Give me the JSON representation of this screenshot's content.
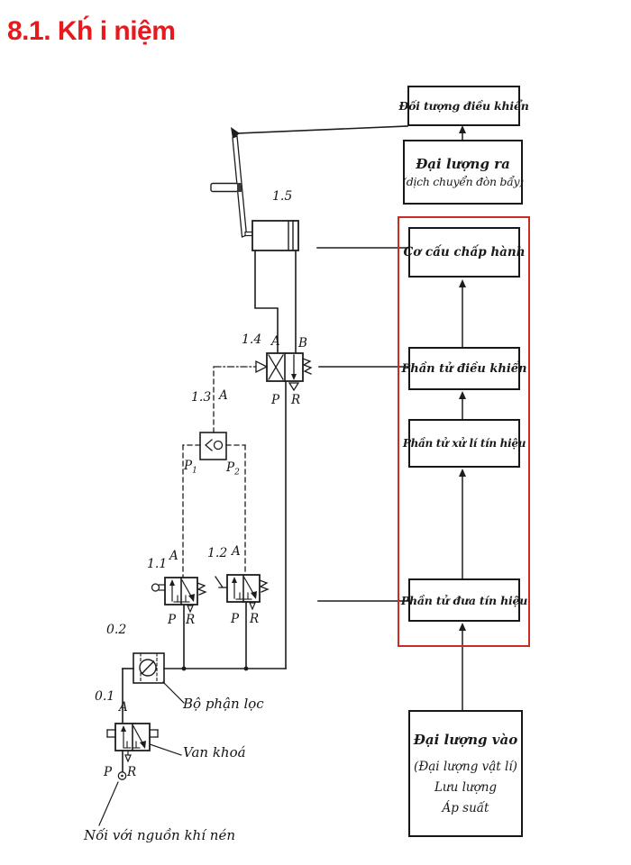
{
  "slide": {
    "title": "8.1. Kh́ i niệm"
  },
  "colors": {
    "title_red": "#e8191c",
    "highlight_red": "#cb2b25",
    "ink": "#1a1a1a"
  },
  "flow_boxes": {
    "controlled_object": {
      "line1": "Đối tượng điều khiển"
    },
    "output_quantity": {
      "line1": "Đại lượng ra",
      "line2": "(dịch chuyển đòn bẩy)"
    },
    "actuator": {
      "line1": "Cơ cấu chấp hành"
    },
    "control_element": {
      "line1": "Phần tử điều khiển"
    },
    "signal_processing": {
      "line1": "Phần tử xử lí tín hiệu"
    },
    "signal_input": {
      "line1": "Phần tử đưa tín hiệu"
    },
    "input_quantity": {
      "line1": "Đại lượng vào",
      "line2": "(Đại lượng vật lí)",
      "line3": "Lưu lượng",
      "line4": "Áp suất"
    }
  },
  "circuit": {
    "cylinder_id": "1.5",
    "valve14": {
      "id": "1.4",
      "A": "A",
      "B": "B",
      "P": "P",
      "R": "R"
    },
    "valve13": {
      "id": "1.3",
      "A": "A",
      "P_base": "P",
      "P1_sub": "1",
      "P2_sub": "2"
    },
    "valve11": {
      "id": "1.1",
      "A": "A",
      "P": "P",
      "R": "R"
    },
    "valve12": {
      "id": "1.2",
      "A": "A",
      "P": "P",
      "R": "R"
    },
    "filter02": {
      "id": "0.2",
      "note": "Bộ phận lọc"
    },
    "valve01": {
      "id": "0.1",
      "A": "A",
      "P": "P",
      "R": "R",
      "note": "Van khoá"
    },
    "source_note": "Nối với nguồn khí nén"
  }
}
